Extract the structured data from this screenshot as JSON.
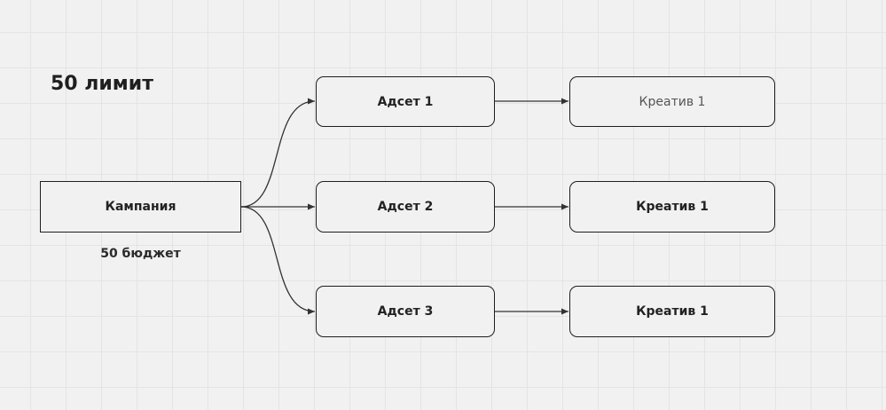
{
  "title": "50 лимит",
  "campaign": {
    "label": "Кампания",
    "caption": "50 бюджет"
  },
  "adsets": [
    {
      "label": "Адсет 1"
    },
    {
      "label": "Адсет 2"
    },
    {
      "label": "Адсет 3"
    }
  ],
  "creatives": [
    {
      "label": "Креатив 1"
    },
    {
      "label": "Креатив 1"
    },
    {
      "label": "Креатив 1"
    }
  ],
  "colors": {
    "background": "#f1f1f1",
    "grid": "#e4e4e4",
    "stroke": "#1e1e1e"
  }
}
